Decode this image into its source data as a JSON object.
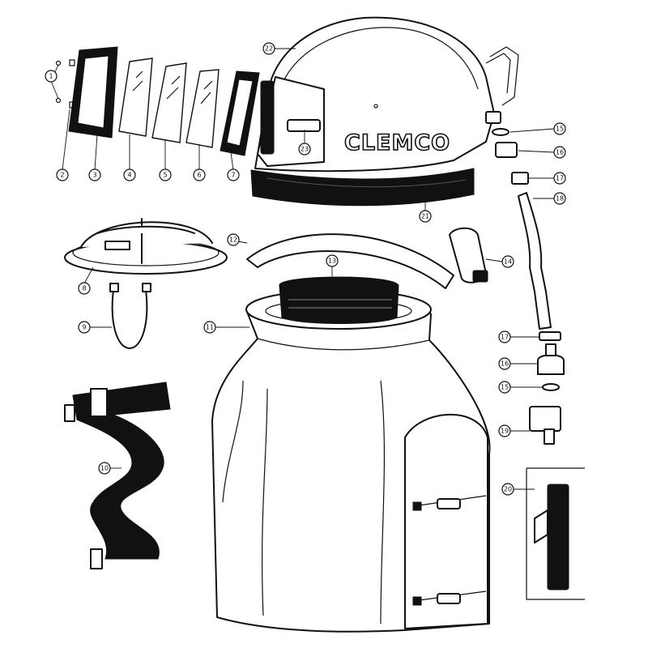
{
  "brand_logo_text": "CLEMCO",
  "callouts": [
    {
      "id": "c1",
      "label": "1"
    },
    {
      "id": "c2",
      "label": "2"
    },
    {
      "id": "c3",
      "label": "3"
    },
    {
      "id": "c4",
      "label": "4"
    },
    {
      "id": "c5",
      "label": "5"
    },
    {
      "id": "c6",
      "label": "6"
    },
    {
      "id": "c7",
      "label": "7"
    },
    {
      "id": "c8",
      "label": "8"
    },
    {
      "id": "c9",
      "label": "9"
    },
    {
      "id": "c10",
      "label": "10"
    },
    {
      "id": "c11",
      "label": "11"
    },
    {
      "id": "c12",
      "label": "12"
    },
    {
      "id": "c13",
      "label": "13"
    },
    {
      "id": "c14",
      "label": "14"
    },
    {
      "id": "c15",
      "label": "15"
    },
    {
      "id": "c16",
      "label": "16"
    },
    {
      "id": "c17a",
      "label": "17"
    },
    {
      "id": "c18",
      "label": "18"
    },
    {
      "id": "c17b",
      "label": "17"
    },
    {
      "id": "c16b",
      "label": "16"
    },
    {
      "id": "c15b",
      "label": "15"
    },
    {
      "id": "c19",
      "label": "19"
    },
    {
      "id": "c20",
      "label": "20"
    },
    {
      "id": "c21",
      "label": "21"
    },
    {
      "id": "c22",
      "label": "22"
    },
    {
      "id": "c23",
      "label": "23"
    }
  ]
}
